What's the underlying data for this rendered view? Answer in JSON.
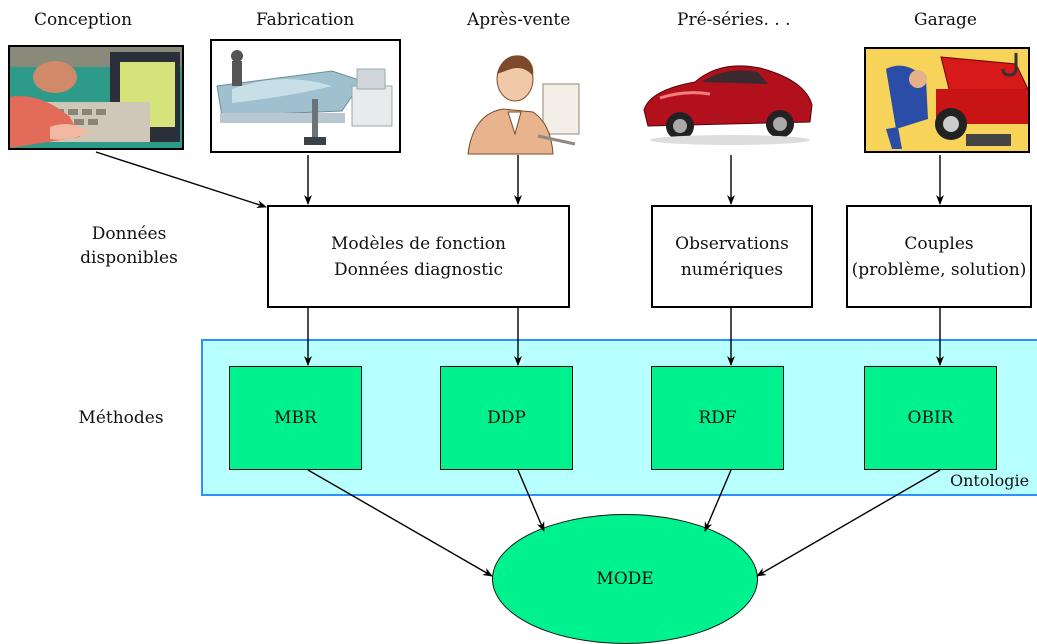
{
  "headers": {
    "conception": "Conception",
    "fabrication": "Fabrication",
    "apres_vente": "Après-vente",
    "pre_series": "Pré-séries. . .",
    "garage": "Garage"
  },
  "side_labels": {
    "donnees_line1": "Données",
    "donnees_line2": "disponibles",
    "methodes": "Méthodes"
  },
  "data_boxes": {
    "models": {
      "line1": "Modèles de fonction",
      "line2": "Données diagnostic"
    },
    "observations": {
      "line1": "Observations",
      "line2": "numériques"
    },
    "couples": {
      "line1": "Couples",
      "line2": "(problème, solution)"
    }
  },
  "methods": {
    "mbr": "MBR",
    "ddp": "DDP",
    "rdf": "RDF",
    "obir": "OBIR"
  },
  "ontology_label": "Ontologie",
  "result": "MODE",
  "colors": {
    "method_fill": "#00f28e",
    "ontology_fill": "#b8ffff",
    "ontology_border": "#2f8fff"
  },
  "images": {
    "conception": "computer-user-clipart",
    "fabrication": "car-assembly-machine-clipart",
    "apres_vente": "office-worker-clipart",
    "pre_series": "red-sports-car-image",
    "garage": "mechanic-repairing-car-clipart"
  }
}
